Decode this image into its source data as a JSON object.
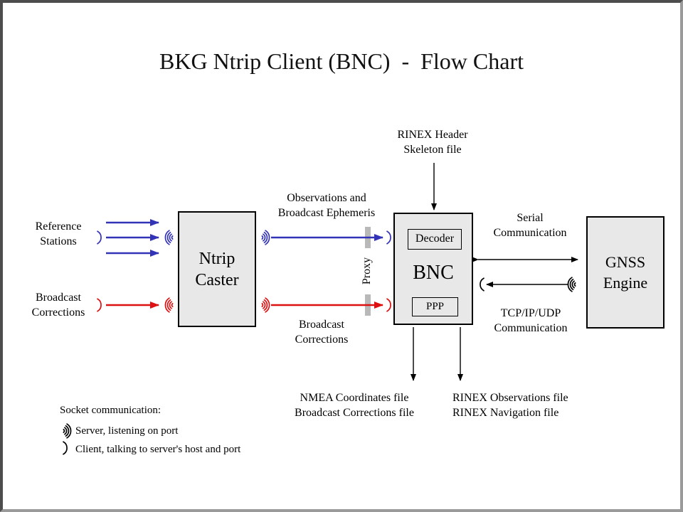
{
  "title": "BKG Ntrip Client (BNC)  -  Flow Chart",
  "colors": {
    "blue": "#3333b8",
    "red": "#dd1111",
    "box_fill": "#e8e8e8",
    "proxy_gray": "#b9b9b9",
    "frame_dark": "#4d4d4d",
    "frame_light": "#9a9a9a"
  },
  "nodes": {
    "ntrip_caster": {
      "label": "Ntrip\nCaster"
    },
    "bnc": {
      "label": "BNC",
      "decoder": "Decoder",
      "ppp": "PPP"
    },
    "gnss": {
      "label": "GNSS\nEngine"
    }
  },
  "labels": {
    "reference_stations": "Reference\nStations",
    "broadcast_corrections_left": "Broadcast\nCorrections",
    "observations_ephemeris": "Observations and\nBroadcast Ephemeris",
    "broadcast_corrections_mid": "Broadcast\nCorrections",
    "rinex_header_skeleton": "RINEX Header\nSkeleton file",
    "serial_communication": "Serial\nCommunication",
    "tcp_communication": "TCP/IP/UDP\nCommunication",
    "proxy": "Proxy",
    "nmea_outputs": "NMEA Coordinates file\nBroadcast Corrections file",
    "rinex_outputs": "RINEX Observations file\nRINEX Navigation file"
  },
  "legend": {
    "heading": "Socket communication:",
    "items": [
      {
        "icon": "server-wave-icon",
        "text": "Server, listening on port"
      },
      {
        "icon": "client-arc-icon",
        "text": "Client, talking to server's host and port"
      }
    ]
  }
}
